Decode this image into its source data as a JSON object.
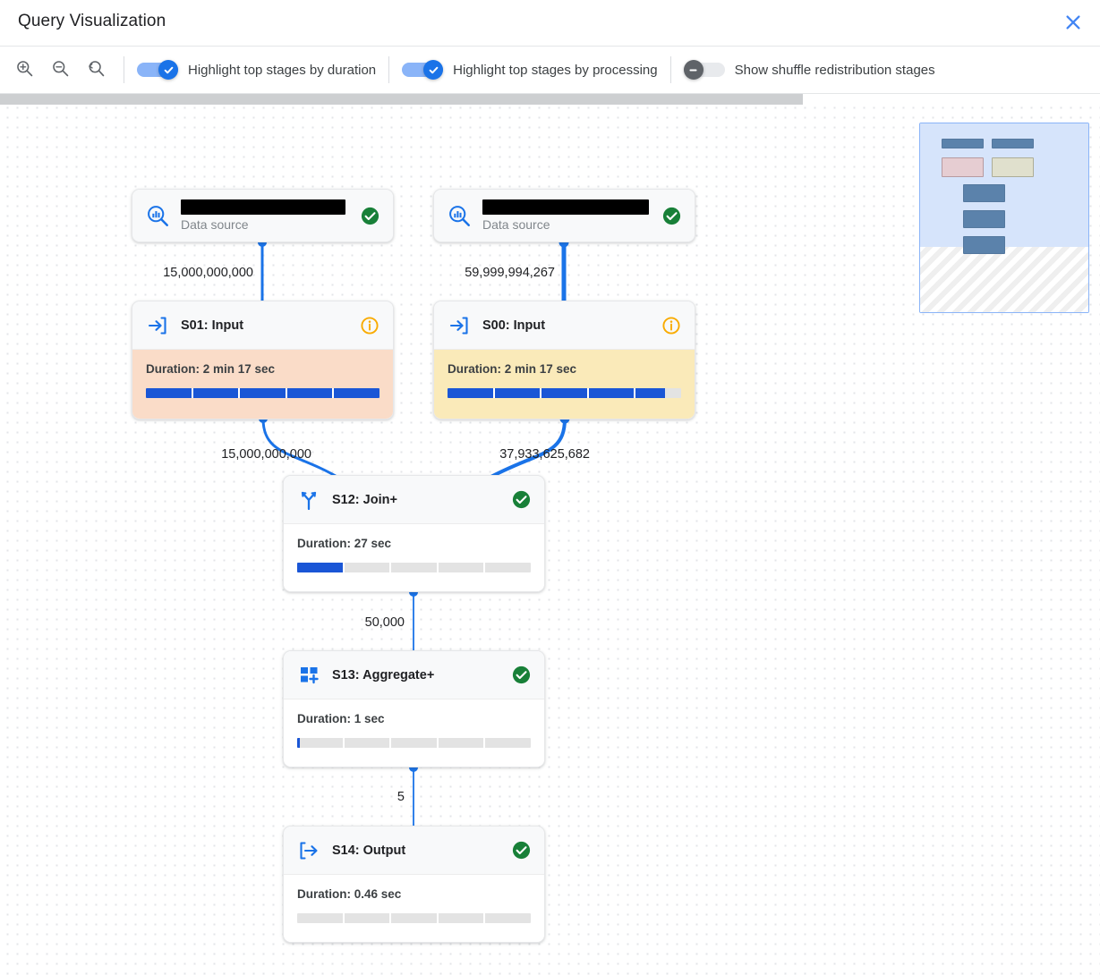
{
  "window": {
    "title": "Query Visualization",
    "close_icon": "close-icon"
  },
  "toolbar": {
    "zoom_in": {
      "icon": "zoom-in-icon",
      "label": "Zoom in"
    },
    "zoom_out": {
      "icon": "zoom-out-icon",
      "label": "Zoom out"
    },
    "zoom_reset": {
      "icon": "zoom-reset-icon",
      "label": "Reset zoom"
    },
    "toggles": [
      {
        "label": "Highlight top stages by duration",
        "state": "on"
      },
      {
        "label": "Highlight top stages by processing",
        "state": "on"
      },
      {
        "label": "Show shuffle redistribution stages",
        "state": "off"
      }
    ]
  },
  "canvas": {
    "scrollbar": {
      "thumb_percent": 73
    },
    "colors": {
      "edge": "#1a73e8",
      "progress_fill": "#1a56d6",
      "progress_track": "#e3e3e3",
      "duration_highlight": "#fadcc8",
      "processing_highlight": "#faeab9",
      "status_ok": "#188038",
      "status_info": "#f9ab00",
      "accent": "#1a73e8"
    }
  },
  "nodes": [
    {
      "id": "ds-left",
      "kind": "datasource",
      "icon": "data-source-search-icon",
      "name_redacted": true,
      "subtitle": "Data source",
      "status": "ok",
      "status_icon": "check-circle-icon"
    },
    {
      "id": "ds-right",
      "kind": "datasource",
      "icon": "data-source-search-icon",
      "name_redacted": true,
      "subtitle": "Data source",
      "status": "ok",
      "status_icon": "check-circle-icon"
    },
    {
      "id": "s01",
      "kind": "stage",
      "icon": "stage-input-icon",
      "title": "S01: Input",
      "duration_label": "Duration: 2 min 17 sec",
      "progress_percent": 100,
      "highlight": "duration",
      "status": "info",
      "status_icon": "info-circle-icon"
    },
    {
      "id": "s00",
      "kind": "stage",
      "icon": "stage-input-icon",
      "title": "S00: Input",
      "duration_label": "Duration: 2 min 17 sec",
      "progress_percent": 93,
      "highlight": "processing",
      "status": "info",
      "status_icon": "info-circle-icon"
    },
    {
      "id": "s12",
      "kind": "stage",
      "icon": "stage-join-icon",
      "title": "S12: Join+",
      "duration_label": "Duration: 27 sec",
      "progress_percent": 20,
      "highlight": "none",
      "status": "ok",
      "status_icon": "check-circle-icon"
    },
    {
      "id": "s13",
      "kind": "stage",
      "icon": "stage-aggregate-icon",
      "title": "S13: Aggregate+",
      "duration_label": "Duration: 1 sec",
      "progress_percent": 1,
      "highlight": "none",
      "status": "ok",
      "status_icon": "check-circle-icon"
    },
    {
      "id": "s14",
      "kind": "stage",
      "icon": "stage-output-icon",
      "title": "S14: Output",
      "duration_label": "Duration: 0.46 sec",
      "progress_percent": 0,
      "highlight": "none",
      "status": "ok",
      "status_icon": "check-circle-icon"
    }
  ],
  "edges": [
    {
      "from": "ds-left",
      "to": "s01",
      "label": "15,000,000,000"
    },
    {
      "from": "ds-right",
      "to": "s00",
      "label": "59,999,994,267"
    },
    {
      "from": "s01",
      "to": "s12",
      "label": "15,000,000,000"
    },
    {
      "from": "s00",
      "to": "s12",
      "label": "37,933,625,682"
    },
    {
      "from": "s12",
      "to": "s13",
      "label": "50,000"
    },
    {
      "from": "s13",
      "to": "s14",
      "label": "5"
    }
  ],
  "minimap": {
    "name": "graph-minimap"
  }
}
